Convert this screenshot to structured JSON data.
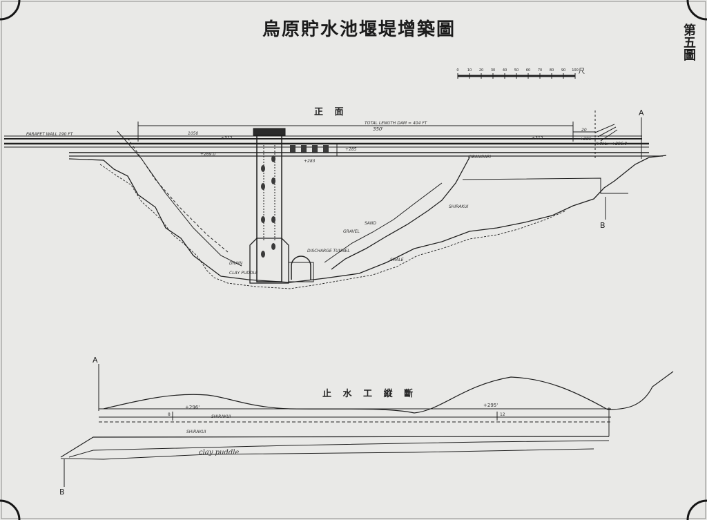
{
  "title": "烏原貯水池堰堤增築圖",
  "figure_number": "第五圖",
  "front_view_label": "正 面",
  "cutoff_section_label": "止 水 工 縱 斷",
  "scale_bar": {
    "ticks": [
      "0",
      "10",
      "20",
      "30",
      "40",
      "50",
      "60",
      "70",
      "80",
      "90",
      "100"
    ],
    "unit": "尺"
  },
  "section_marks": {
    "a_top": "A",
    "b_top": "B",
    "a_bottom": "A",
    "b_bottom": "B"
  },
  "front_annotations": {
    "parapet_wall": "PARAPET WALL 190 FT",
    "total_length": "TOTAL LENGTH DAM = 404 FT",
    "dim_350": "350'",
    "dim_1050": "1050",
    "dim_20": "20",
    "crest_left": "+312",
    "crest_right": "+312",
    "level_283": "+283",
    "level_285": "+285",
    "level_286": "+286",
    "hw_level": "H.W.L.=+286.0",
    "level_269": "+269.0",
    "drain": "DRAIN",
    "clay_puddle": "CLAY PUDDLE",
    "shirakui": "SHIRAKUI",
    "tunnel": "DISCHARGE TUNNEL",
    "gravel": "GRAVEL",
    "sand": "SAND",
    "waste_rock": "KIBANGARI",
    "shale": "SHALE"
  },
  "cutoff_annotations": {
    "level_left": "+296'",
    "level_right": "+295'",
    "dim_left": "8",
    "dim_right": "12",
    "shirakui_upper": "SHIRAKUI",
    "shirakui_lower": "SHIRAKUI",
    "clay_puddle": "clay puddle"
  },
  "colors": {
    "paper": "#e9e9e7",
    "ink": "#1f1f1f",
    "frame": "#151515"
  }
}
